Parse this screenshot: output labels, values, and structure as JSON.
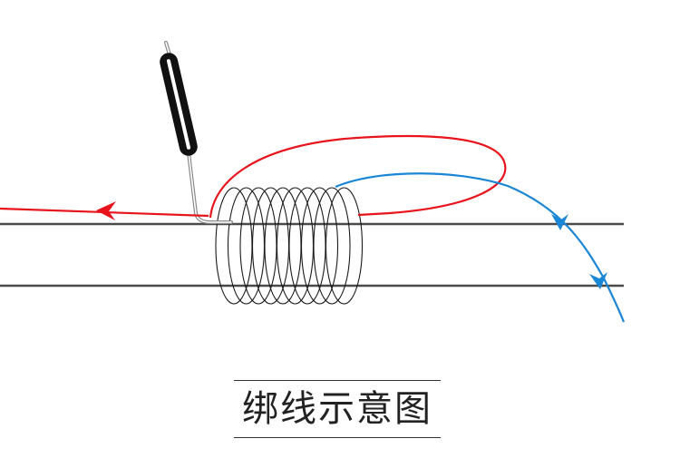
{
  "caption": "绑线示意图",
  "colors": {
    "pipe_line": "#4a4a4a",
    "coil": "#1a1a1a",
    "red_wire": "#e8141c",
    "blue_wire": "#1a86d6",
    "handle": "#111111",
    "needle": "#888888"
  },
  "icons": {
    "arrow_red": "red-left-arrowhead",
    "arrow_blue_1": "blue-down-arrowhead",
    "arrow_blue_2": "blue-down-arrowhead"
  }
}
